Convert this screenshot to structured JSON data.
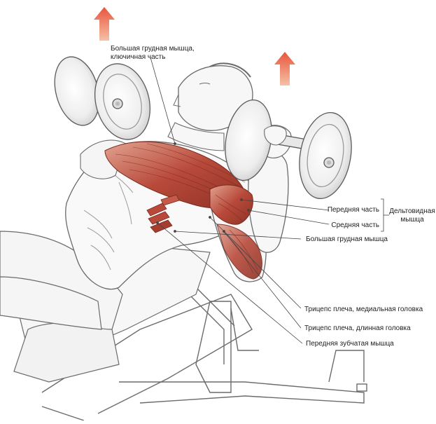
{
  "labels": {
    "pectoralis_major_clavicular_line1": "Большая грудная мышца,",
    "pectoralis_major_clavicular_line2": "ключичная часть",
    "deltoid_anterior": "Передняя часть",
    "deltoid_middle": "Средняя часть",
    "deltoid_group_line1": "Дельтовидная",
    "deltoid_group_line2": "мышца",
    "pectoralis_major": "Большая грудная мышца",
    "triceps_medial": "Трицепс плеча, медиальная головка",
    "triceps_long": "Трицепс плеча, длинная головка",
    "serratus_anterior": "Передняя зубчатая мышца"
  },
  "colors": {
    "arrow_top": "#e8553a",
    "arrow_bottom": "#f6b49a",
    "muscle": "#b8493a",
    "muscle_light": "#e3a391",
    "sketch": "#6b6b6b",
    "leader": "#444444"
  }
}
